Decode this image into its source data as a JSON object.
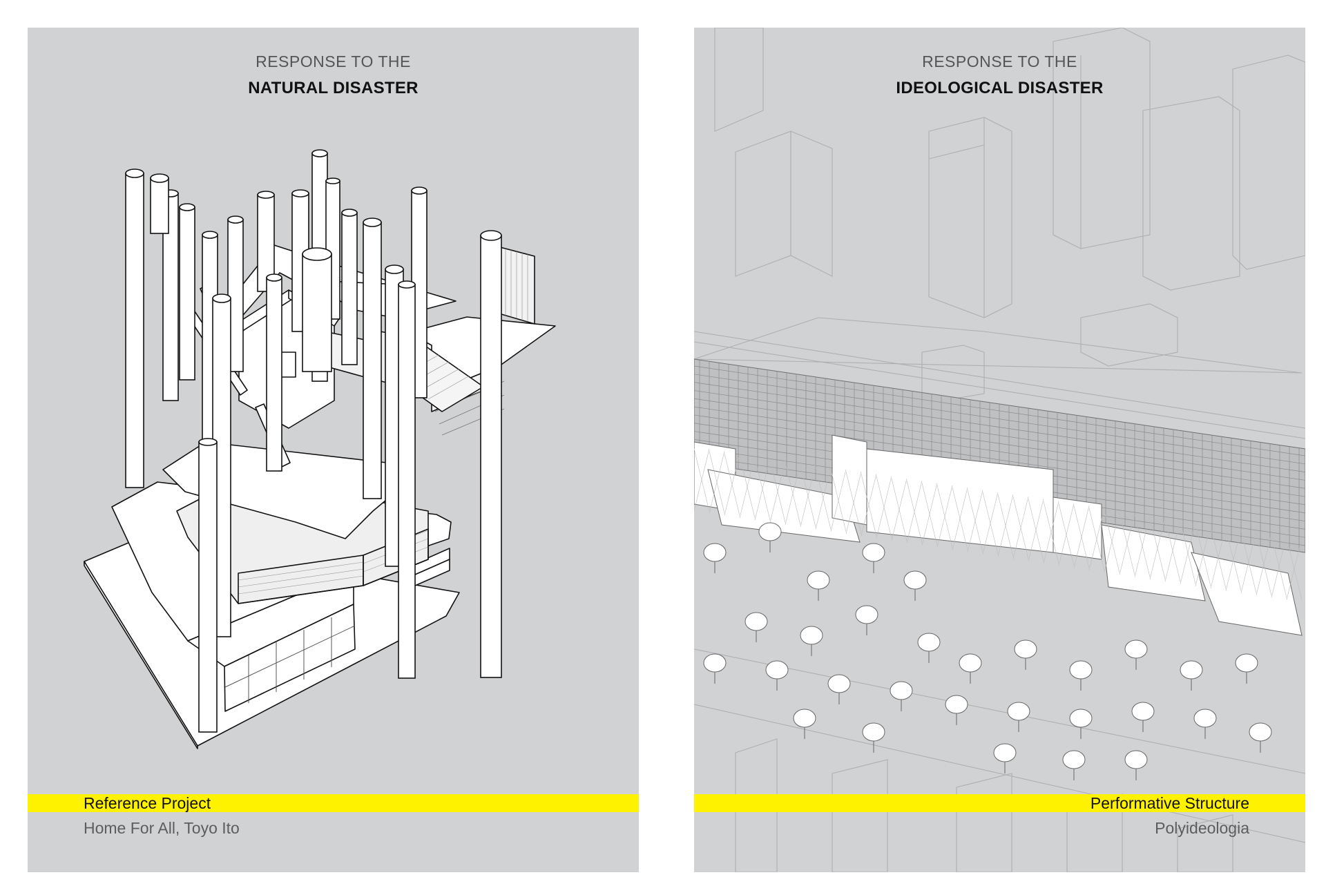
{
  "left_panel": {
    "kicker": "RESPONSE TO THE",
    "headline": "NATURAL DISASTER",
    "band_label": "Reference Project",
    "sub_label": "Home For All, Toyo Ito",
    "illustration": "axonometric-house-drawing"
  },
  "right_panel": {
    "kicker": "RESPONSE TO THE",
    "headline": "IDEOLOGICAL DISASTER",
    "band_label": "Performative Structure",
    "sub_label": "Polyideologia",
    "illustration": "axonometric-city-drawing"
  },
  "colors": {
    "panel_bg": "#d1d2d4",
    "highlight_band": "#fff200",
    "line_art": "#111111",
    "faint_city_lines": "#a7a8ab"
  }
}
